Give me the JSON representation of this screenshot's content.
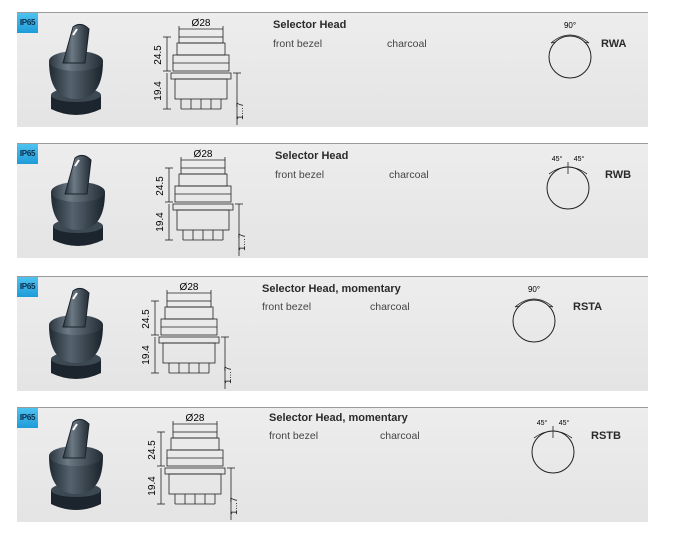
{
  "rows": [
    {
      "badge": "IP65",
      "title": "Selector Head",
      "part": "front bezel",
      "color": "charcoal",
      "code": "RWA",
      "angle": [
        "90°"
      ],
      "dims": {
        "diameter": "Ø28",
        "h1": "24.5",
        "h2": "19.4",
        "range": "1...7"
      }
    },
    {
      "badge": "IP65",
      "title": "Selector Head",
      "part": "front bezel",
      "color": "charcoal",
      "code": "RWB",
      "angle": [
        "45°",
        "45°"
      ],
      "dims": {
        "diameter": "Ø28",
        "h1": "24.5",
        "h2": "19.4",
        "range": "1...7"
      }
    },
    {
      "badge": "IP65",
      "title": "Selector Head, momentary",
      "part": "front bezel",
      "color": "charcoal",
      "code": "RSTA",
      "angle": [
        "90°"
      ],
      "dims": {
        "diameter": "Ø28",
        "h1": "24.5",
        "h2": "19.4",
        "range": "1...7"
      }
    },
    {
      "badge": "IP65",
      "title": "Selector Head, momentary",
      "part": "front bezel",
      "color": "charcoal",
      "code": "RSTB",
      "angle": [
        "45°",
        "45°"
      ],
      "dims": {
        "diameter": "Ø28",
        "h1": "24.5",
        "h2": "19.4",
        "range": "1...7"
      }
    }
  ]
}
